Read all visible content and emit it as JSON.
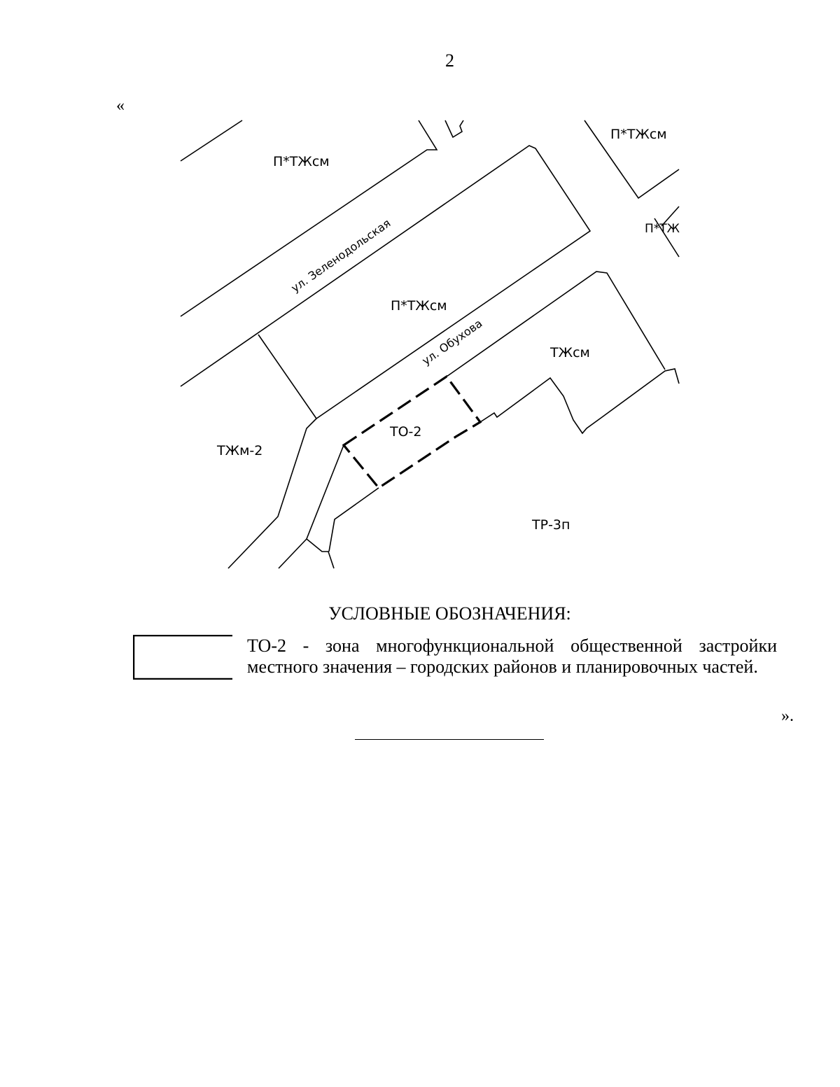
{
  "page_number": "2",
  "open_quote": "«",
  "close_quote": "».",
  "map": {
    "streets": [
      {
        "id": "zelenodolskaya",
        "label": "ул. Зеленодольская"
      },
      {
        "id": "obukhova",
        "label": "ул. Обухова"
      }
    ],
    "zones": [
      {
        "id": "ptzhsm-northwest",
        "label": "П*ТЖсм"
      },
      {
        "id": "ptzhsm-northeast",
        "label": "П*ТЖсм"
      },
      {
        "id": "ptzh-east",
        "label": "П*ТЖ"
      },
      {
        "id": "ptzhsm-center",
        "label": "П*ТЖсм"
      },
      {
        "id": "tzhsm",
        "label": "ТЖсм"
      },
      {
        "id": "to-2",
        "label": "ТО-2"
      },
      {
        "id": "tzhm-2",
        "label": "ТЖм-2"
      },
      {
        "id": "tr-3p",
        "label": "ТР-3п"
      }
    ]
  },
  "legend": {
    "title": "УСЛОВНЫЕ ОБОЗНАЧЕНИЯ:",
    "entries": [
      {
        "text": "ТО-2 - зона многофункциональной общественной застройки местного значения – городских районов и планировочных частей."
      }
    ]
  }
}
